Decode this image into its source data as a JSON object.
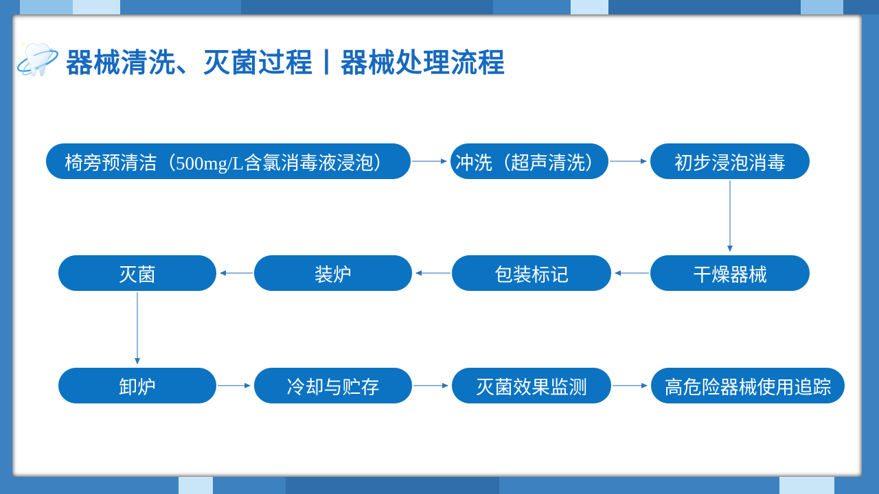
{
  "slide": {
    "title": "器械清洗、灭菌过程丨器械处理流程",
    "logo": "tooth-icon"
  },
  "palette": {
    "frame_medium": "#3E81C1",
    "frame_dark": "#2F6EA8",
    "frame_light": "#C9E6F8",
    "frame_light_medium": "#8FC2E9",
    "card_background": "#FFFFFF",
    "title_text": "#1769BF",
    "node_fill": "#0B73C1",
    "node_text": "#FFFFFF",
    "arrow_line": "#8FB3D9",
    "arrow_head": "#2E75B6"
  },
  "flowchart": {
    "nodes": [
      {
        "step": 1,
        "label": "椅旁预清洁（500mg/L含氯消毒液浸泡）"
      },
      {
        "step": 2,
        "label": "冲洗（超声清洗）"
      },
      {
        "step": 3,
        "label": "初步浸泡消毒"
      },
      {
        "step": 4,
        "label": "干燥器械"
      },
      {
        "step": 5,
        "label": "包装标记"
      },
      {
        "step": 6,
        "label": "装炉"
      },
      {
        "step": 7,
        "label": "灭菌"
      },
      {
        "step": 8,
        "label": "卸炉"
      },
      {
        "step": 9,
        "label": "冷却与贮存"
      },
      {
        "step": 10,
        "label": "灭菌效果监测"
      },
      {
        "step": 11,
        "label": "高危险器械使用追踪"
      }
    ]
  }
}
